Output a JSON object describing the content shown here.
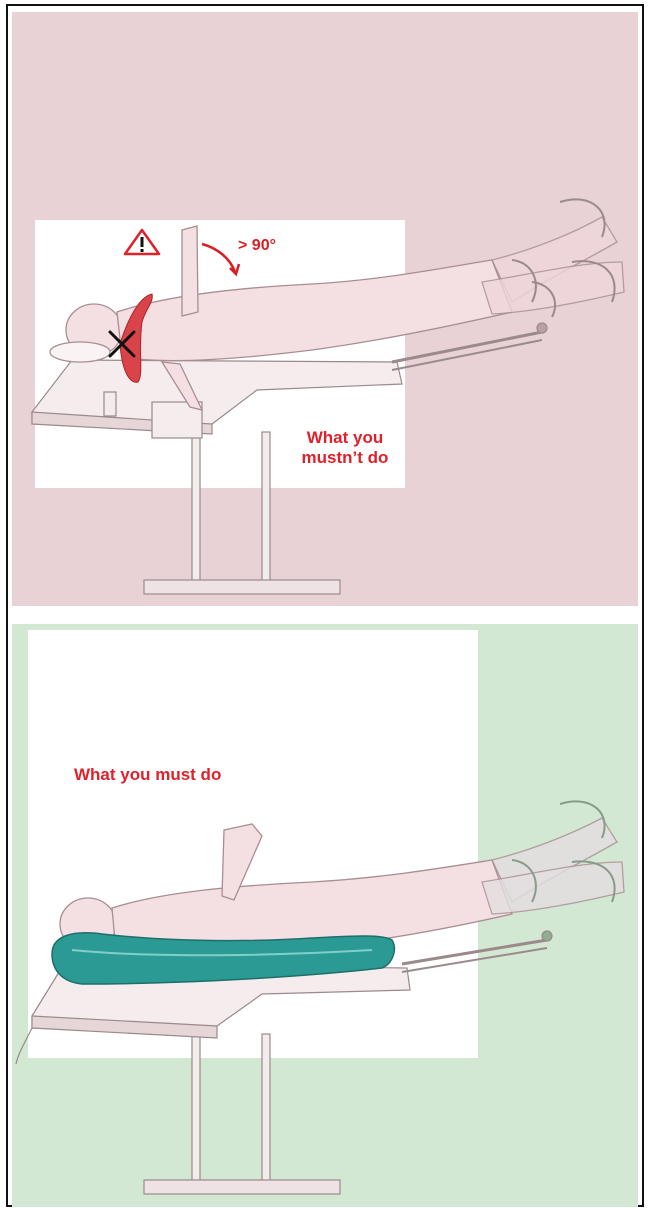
{
  "panels": {
    "wrong": {
      "angle_label": "> 90°",
      "caption_line1": "What you",
      "caption_line2": "mustn’t do"
    },
    "right": {
      "caption": "What you must do"
    }
  },
  "colors": {
    "wrong_bg": "#e8d2d6",
    "right_bg": "#d3e8d3",
    "caption_red": "#e0202a",
    "positioner_red": "#d9444a",
    "positioner_teal": "#2c9a94"
  },
  "icons": [
    "warning-icon",
    "x-mark-icon",
    "curved-arrow-icon"
  ]
}
